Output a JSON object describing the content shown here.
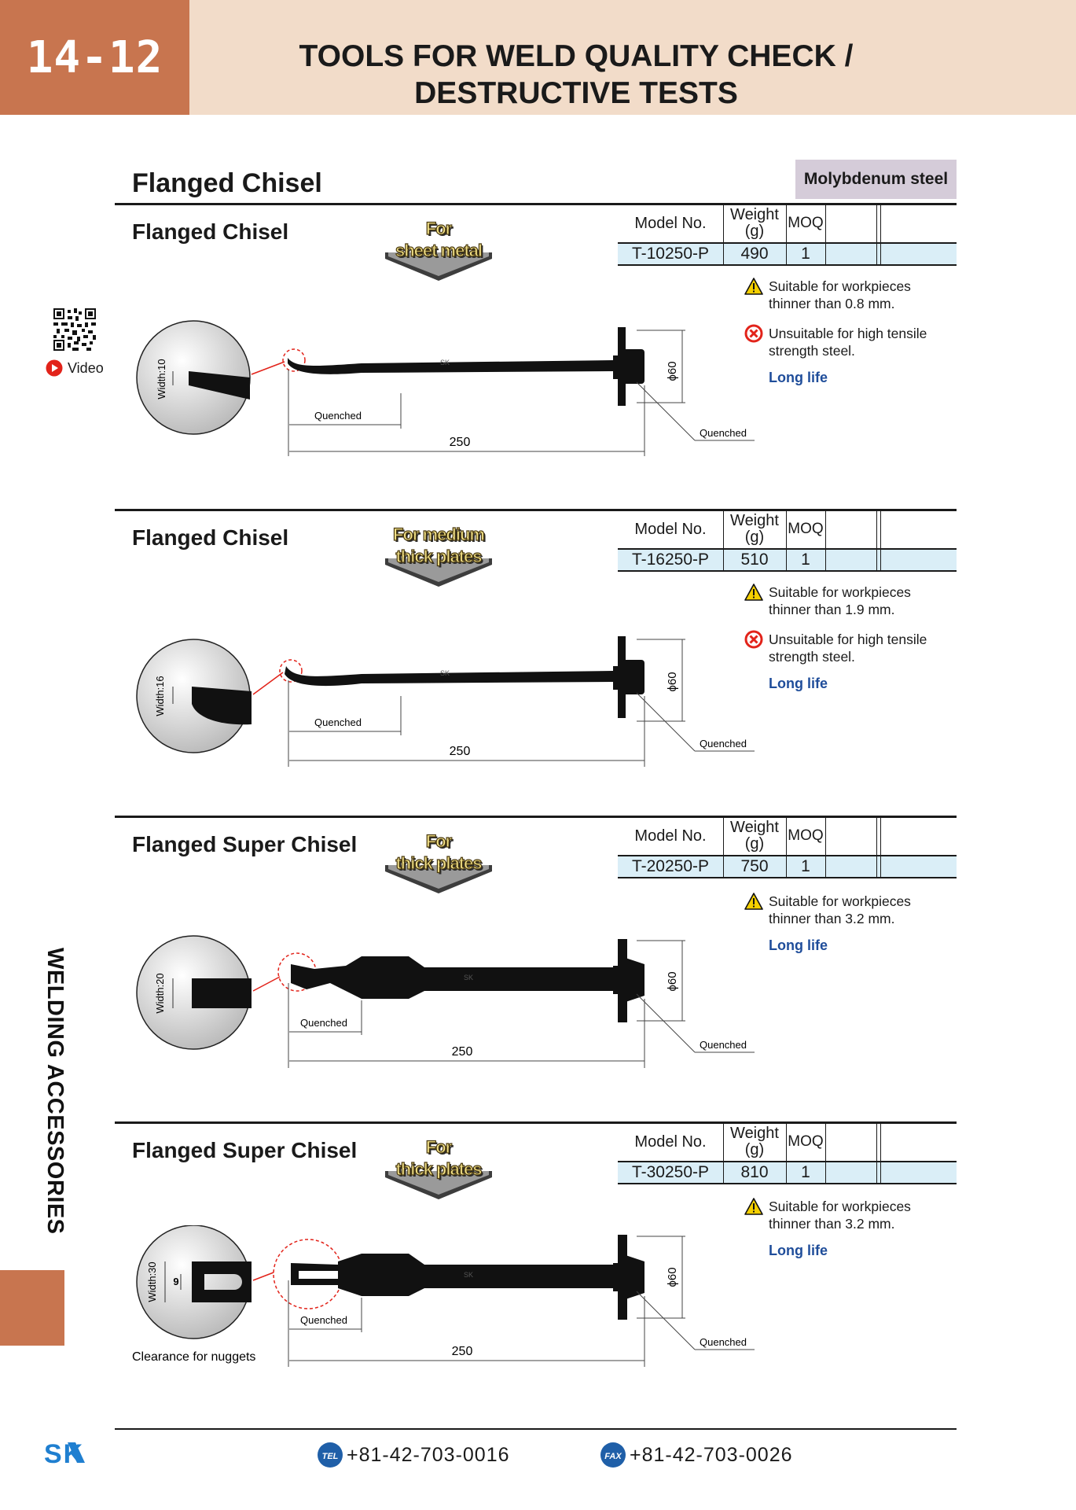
{
  "header": {
    "page_number": "14-12",
    "title_line1": "TOOLS FOR WELD QUALITY CHECK /",
    "title_line2": "DESTRUCTIVE TESTS"
  },
  "side_label": "WELDING ACCESSORIES",
  "page_title": "Flanged Chisel",
  "material": "Molybdenum steel",
  "video_label": "Video",
  "table_headers": {
    "model": "Model No.",
    "weight_line1": "Weight",
    "weight_line2": "(g)",
    "moq": "MOQ"
  },
  "products": [
    {
      "name": "Flanged Chisel",
      "badge_line1": "For",
      "badge_line2": "sheet metal",
      "model": "T-10250-P",
      "weight": "490",
      "moq": "1",
      "suitable_line1": "Suitable for workpieces",
      "suitable_line2": "thinner than 0.8 mm.",
      "unsuitable_line1": "Unsuitable for high tensile",
      "unsuitable_line2": "strength steel.",
      "long_life": "Long life",
      "width_label": "Width:10",
      "quenched": "Quenched",
      "length": "250",
      "diameter": "ϕ60"
    },
    {
      "name": "Flanged Chisel",
      "badge_line1": "For medium",
      "badge_line2": "thick plates",
      "model": "T-16250-P",
      "weight": "510",
      "moq": "1",
      "suitable_line1": "Suitable for workpieces",
      "suitable_line2": "thinner than 1.9 mm.",
      "unsuitable_line1": "Unsuitable for high tensile",
      "unsuitable_line2": "strength steel.",
      "long_life": "Long life",
      "width_label": "Width:16",
      "quenched": "Quenched",
      "length": "250",
      "diameter": "ϕ60"
    },
    {
      "name": "Flanged Super Chisel",
      "badge_line1": "For",
      "badge_line2": "thick plates",
      "model": "T-20250-P",
      "weight": "750",
      "moq": "1",
      "suitable_line1": "Suitable for workpieces",
      "suitable_line2": "thinner than 3.2 mm.",
      "long_life": "Long life",
      "width_label": "Width:20",
      "quenched": "Quenched",
      "length": "250",
      "diameter": "ϕ60"
    },
    {
      "name": "Flanged Super Chisel",
      "badge_line1": "For",
      "badge_line2": "thick plates",
      "model": "T-30250-P",
      "weight": "810",
      "moq": "1",
      "suitable_line1": "Suitable for workpieces",
      "suitable_line2": "thinner than 3.2 mm.",
      "long_life": "Long life",
      "width_label": "Width:30",
      "slot_label": "9",
      "clearance_note": "Clearance for nuggets",
      "quenched": "Quenched",
      "length": "250",
      "diameter": "ϕ60"
    }
  ],
  "footer": {
    "logo_text": "SK",
    "tel_badge": "TEL",
    "tel": "+81-42-703-0016",
    "fax_badge": "FAX",
    "fax": "+81-42-703-0026"
  },
  "colors": {
    "accent": "#c8754f",
    "header_bg": "#f2dcc9",
    "material_bg": "#d5ccd9",
    "table_row_bg": "#daeef7",
    "long_life": "#1f4d9a",
    "logo": "#1f7fd0"
  }
}
